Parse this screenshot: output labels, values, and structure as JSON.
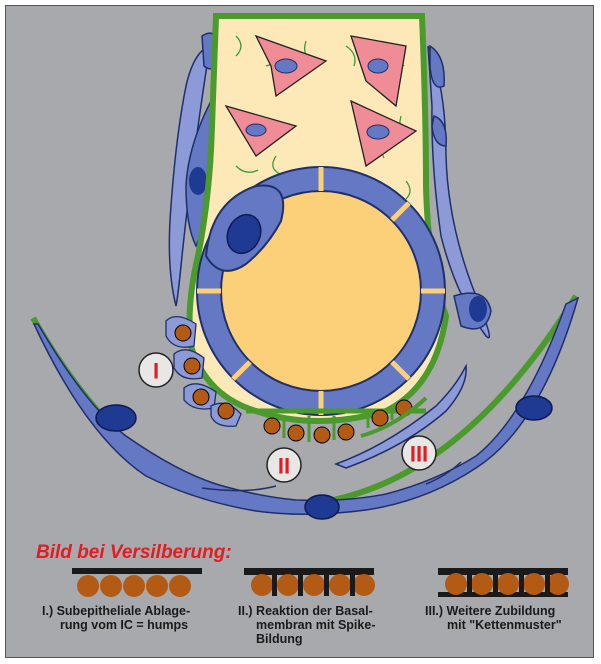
{
  "markers": [
    "I",
    "II",
    "III"
  ],
  "heading": "Bild bei Versilberung:",
  "captions": [
    {
      "line1": "I.) Subepitheliale Ablage-",
      "line2": "rung vom IC = humps",
      "line3": ""
    },
    {
      "line1": "II.) Reaktion der Basal-",
      "line2": "membran mit Spike-",
      "line3": "Bildung"
    },
    {
      "line1": "III.) Weitere Zubildung",
      "line2": "mit \"Kettenmuster\"",
      "line3": ""
    }
  ],
  "colors": {
    "background": "#a7a9ac",
    "mesangium": "#fde8b8",
    "mesangial_cell": "#ef8c95",
    "endothelium": "#6478c4",
    "basement_membrane": "#4a9a2c",
    "lumen": "#fbd079",
    "deposit": "#b35a14",
    "podocyte": "#8c9bd8",
    "nucleus": "#1f3a93",
    "marker_text": "#e11d22"
  }
}
